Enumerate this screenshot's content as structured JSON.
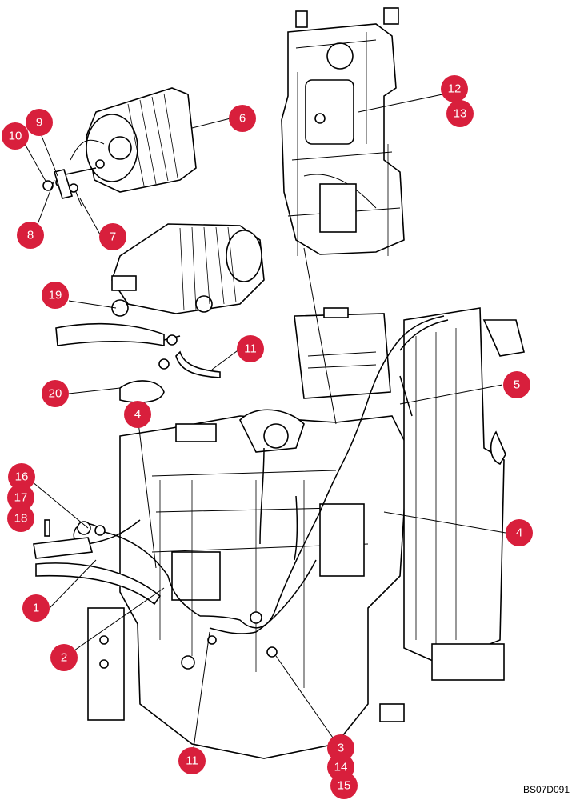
{
  "figure": {
    "reference_code": "BS07D091",
    "callout_color": "#d81f3c",
    "line_color": "#000000"
  },
  "callouts": [
    {
      "id": "c1",
      "label": "1"
    },
    {
      "id": "c2",
      "label": "2"
    },
    {
      "id": "c3",
      "label": "3"
    },
    {
      "id": "c4a",
      "label": "4"
    },
    {
      "id": "c4b",
      "label": "4"
    },
    {
      "id": "c5",
      "label": "5"
    },
    {
      "id": "c6",
      "label": "6"
    },
    {
      "id": "c7",
      "label": "7"
    },
    {
      "id": "c8",
      "label": "8"
    },
    {
      "id": "c9",
      "label": "9"
    },
    {
      "id": "c10",
      "label": "10"
    },
    {
      "id": "c11a",
      "label": "11"
    },
    {
      "id": "c11b",
      "label": "11"
    },
    {
      "id": "c12",
      "label": "12"
    },
    {
      "id": "c13",
      "label": "13"
    },
    {
      "id": "c14",
      "label": "14"
    },
    {
      "id": "c15",
      "label": "15"
    },
    {
      "id": "c16",
      "label": "16"
    },
    {
      "id": "c17",
      "label": "17"
    },
    {
      "id": "c18",
      "label": "18"
    },
    {
      "id": "c19",
      "label": "19"
    },
    {
      "id": "c20",
      "label": "20"
    }
  ]
}
